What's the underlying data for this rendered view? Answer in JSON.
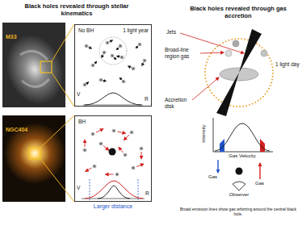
{
  "diagram": {
    "caption": "Broad emission lines show gas whizzing around the central black hole.",
    "nodes": [
      {
        "text": [
          "M33"
        ]
      },
      {
        "text": [
          "No BH",
          "1 light year"
        ]
      },
      {
        "text": [
          "NGC404"
        ]
      },
      {
        "text": [
          "BH"
        ]
      }
    ],
    "edges": [
      {
        "from": 0,
        "to": 1,
        "arrow": "none"
      },
      {
        "from": 2,
        "to": 3,
        "arrow": "none"
      }
    ],
    "labels": [
      "Black holes revealed through stellar kinematics",
      "Black holes revealed through gas accretion",
      "V",
      "R",
      "V",
      "R",
      "Larger distance",
      "Jets",
      "1 light day",
      "Broad-line region gas",
      "Accretion disk",
      "Intensity",
      "Gas Velocity",
      "Gas",
      "Gas",
      "Observer"
    ]
  }
}
